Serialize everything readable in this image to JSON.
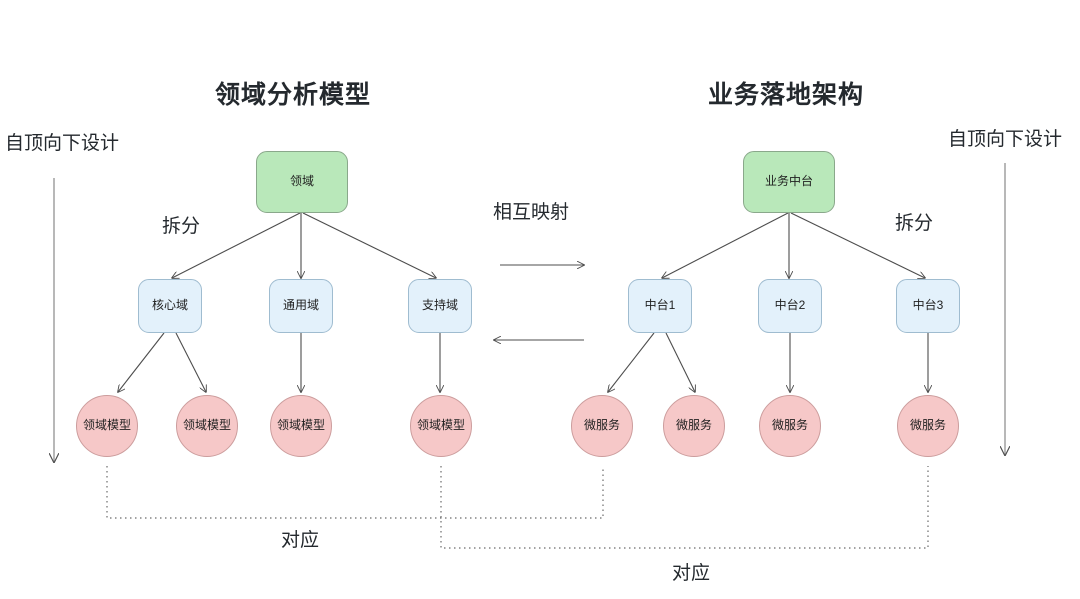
{
  "diagram": {
    "type": "domain-driven-design-mapping",
    "titles": {
      "left": "领域分析模型",
      "right": "业务落地架构"
    },
    "side_labels": {
      "left_axis": "自顶向下设计",
      "right_axis": "自顶向下设计"
    },
    "edge_labels": {
      "left_split": "拆分",
      "right_split": "拆分",
      "mapping": "相互映射",
      "correspond_1": "对应",
      "correspond_2": "对应"
    },
    "colors": {
      "root_fill": "#b9e8ba",
      "root_stroke": "#8aa88b",
      "mid_fill": "#e3f1fb",
      "mid_stroke": "#9fbcd0",
      "leaf_fill": "#f6c8c8",
      "leaf_stroke": "#cc9d9d",
      "line": "#4d4d4d",
      "text": "#24292e",
      "background": "#ffffff"
    },
    "left_tree": {
      "root": "领域",
      "level2": [
        "核心域",
        "通用域",
        "支持域"
      ],
      "level3": [
        "领域模型",
        "领域模型",
        "领域模型",
        "领域模型"
      ]
    },
    "right_tree": {
      "root": "业务中台",
      "level2": [
        "中台1",
        "中台2",
        "中台3"
      ],
      "level3": [
        "微服务",
        "微服务",
        "微服务",
        "微服务"
      ]
    }
  }
}
